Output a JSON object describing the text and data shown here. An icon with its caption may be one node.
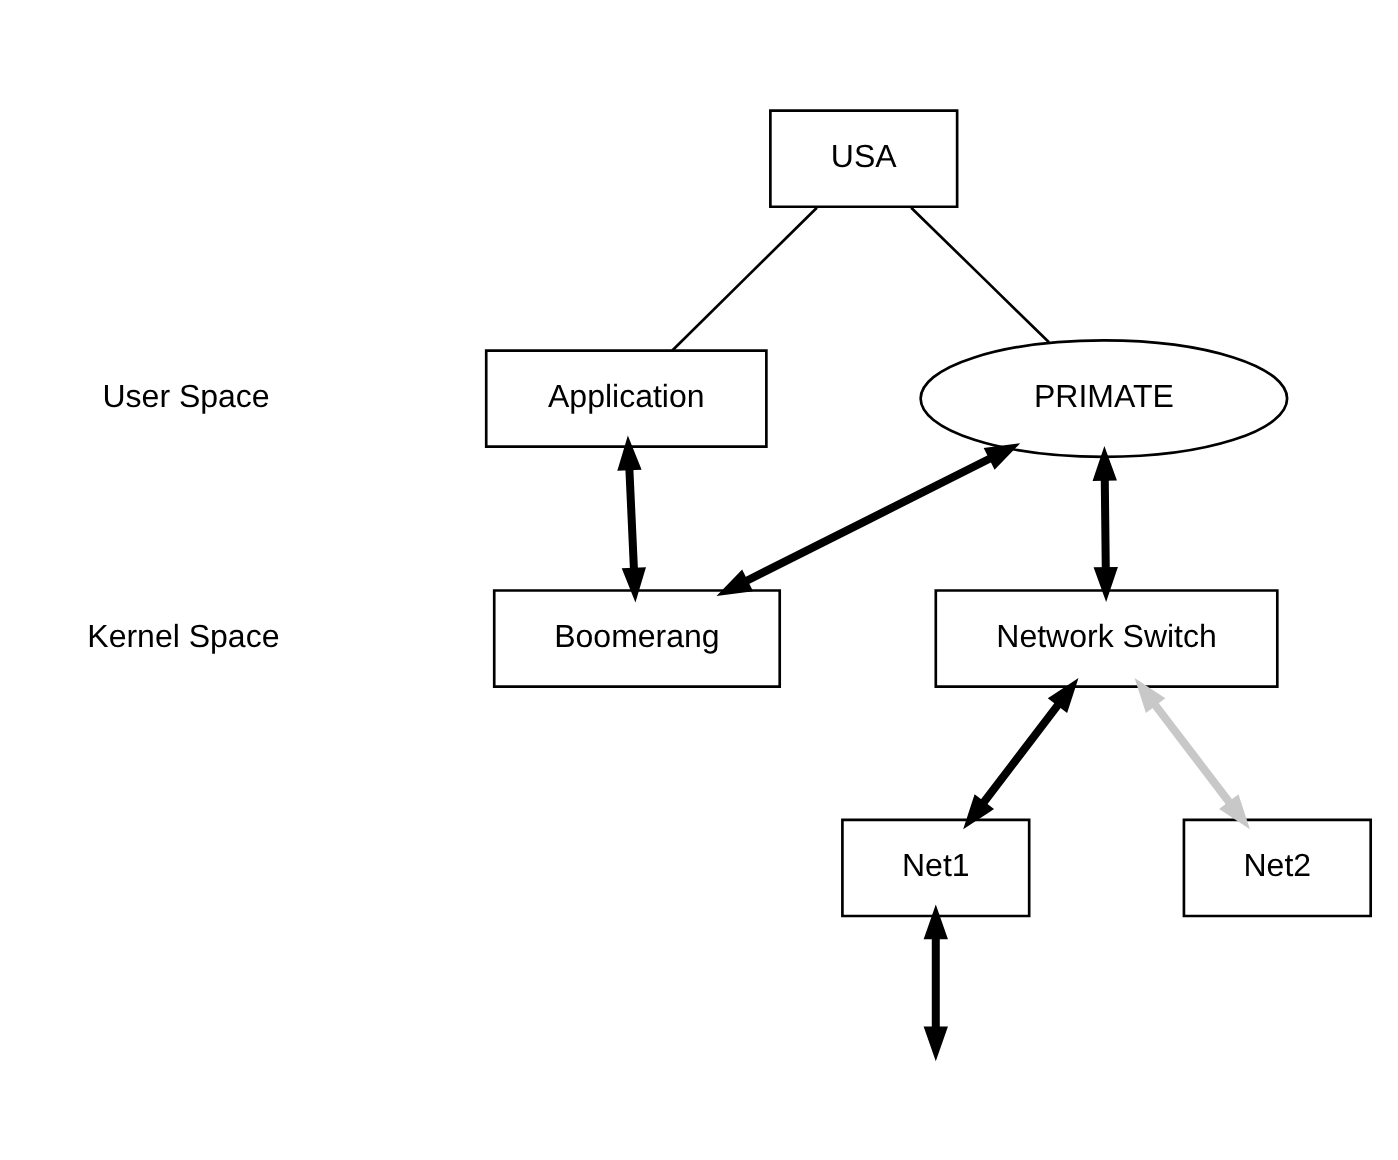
{
  "diagram": {
    "nodes": [
      {
        "text": [
          "USA"
        ]
      },
      {
        "text": [
          "Application"
        ]
      },
      {
        "text": [
          "PRIMATE"
        ]
      },
      {
        "text": [
          "Boomerang"
        ]
      },
      {
        "text": [
          "Network Switch"
        ]
      },
      {
        "text": [
          "Net1"
        ]
      },
      {
        "text": [
          "Net2"
        ]
      }
    ],
    "edges": [
      {
        "from": 0,
        "to": 1,
        "arrow": "none"
      },
      {
        "from": 0,
        "to": 2,
        "arrow": "none"
      },
      {
        "from": 1,
        "to": 3,
        "arrow": "both"
      },
      {
        "from": 3,
        "to": 2,
        "arrow": "both"
      },
      {
        "from": 2,
        "to": 4,
        "arrow": "both"
      },
      {
        "from": 4,
        "to": 5,
        "arrow": "both"
      },
      {
        "from": 4,
        "to": 6,
        "arrow": "both",
        "color": "#c8c8c8"
      },
      {
        "from": 5,
        "to": null,
        "arrow": "both"
      }
    ],
    "labels": [
      "User Space",
      "Kernel Space"
    ]
  }
}
